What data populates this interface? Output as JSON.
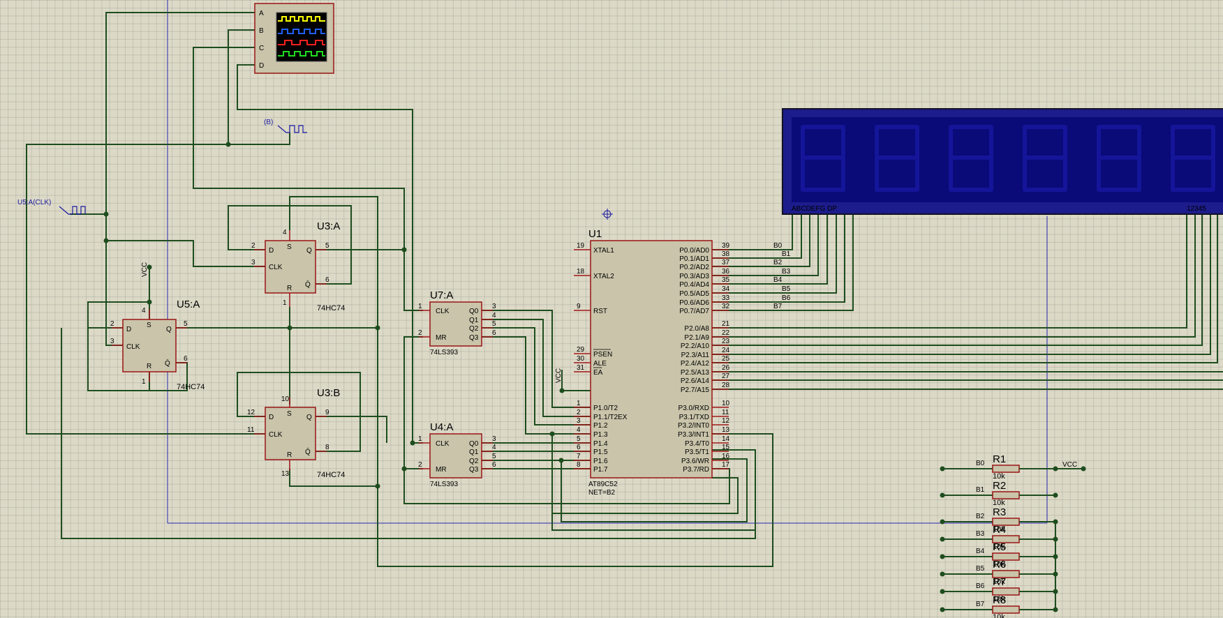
{
  "colors": {
    "wire": "#1e4d1e",
    "component_border": "#9a1414",
    "component_fill": "#c9c4aa",
    "lcd_bg": "#0a0a7a",
    "accent_blue": "#1a1aa0"
  },
  "scope": {
    "pins": [
      "A",
      "B",
      "C",
      "D"
    ]
  },
  "generators": {
    "b_label": "(B)",
    "u5_label": "U5:A(CLK)"
  },
  "u5": {
    "ref": "U5:A",
    "part": "74HC74",
    "pins": {
      "d": "D",
      "clk": "CLK",
      "q": "Q",
      "qb": "Q̄",
      "s": "S",
      "r": "R",
      "n_d": "2",
      "n_clk": "3",
      "n_q": "5",
      "n_qb": "6",
      "n_s": "4",
      "n_r": "1"
    },
    "vcc": "VCC"
  },
  "u3a": {
    "ref": "U3:A",
    "part": "74HC74",
    "pins": {
      "d": "D",
      "clk": "CLK",
      "q": "Q",
      "qb": "Q̄",
      "s": "S",
      "r": "R",
      "n_d": "2",
      "n_clk": "3",
      "n_q": "5",
      "n_qb": "6",
      "n_s": "4",
      "n_r": "1"
    }
  },
  "u3b": {
    "ref": "U3:B",
    "part": "74HC74",
    "pins": {
      "d": "D",
      "clk": "CLK",
      "q": "Q",
      "qb": "Q̄",
      "s": "S",
      "r": "R",
      "n_d": "12",
      "n_clk": "11",
      "n_q": "9",
      "n_qb": "8",
      "n_s": "10",
      "n_r": "13"
    }
  },
  "u7": {
    "ref": "U7:A",
    "part": "74LS393",
    "pins": {
      "clk": "CLK",
      "mr": "MR",
      "q0": "Q0",
      "q1": "Q1",
      "q2": "Q2",
      "q3": "Q3",
      "n_clk": "1",
      "n_mr": "2",
      "n_q0": "3",
      "n_q1": "4",
      "n_q2": "5",
      "n_q3": "6"
    }
  },
  "u4": {
    "ref": "U4:A",
    "part": "74LS393",
    "pins": {
      "clk": "CLK",
      "mr": "MR",
      "q0": "Q0",
      "q1": "Q1",
      "q2": "Q2",
      "q3": "Q3",
      "n_clk": "1",
      "n_mr": "2",
      "n_q0": "3",
      "n_q1": "4",
      "n_q2": "5",
      "n_q3": "6"
    }
  },
  "u1": {
    "ref": "U1",
    "part": "AT89C52",
    "net": "NET=B2",
    "vcc": "VCC",
    "left_pins": [
      {
        "num": "19",
        "name": "XTAL1"
      },
      {
        "num": "18",
        "name": "XTAL2"
      },
      {
        "num": "9",
        "name": "RST"
      },
      {
        "num": "29",
        "name": "PSEN"
      },
      {
        "num": "30",
        "name": "ALE"
      },
      {
        "num": "31",
        "name": "EA"
      },
      {
        "num": "1",
        "name": "P1.0/T2"
      },
      {
        "num": "2",
        "name": "P1.1/T2EX"
      },
      {
        "num": "3",
        "name": "P1.2"
      },
      {
        "num": "4",
        "name": "P1.3"
      },
      {
        "num": "5",
        "name": "P1.4"
      },
      {
        "num": "6",
        "name": "P1.5"
      },
      {
        "num": "7",
        "name": "P1.6"
      },
      {
        "num": "8",
        "name": "P1.7"
      }
    ],
    "right_pins": [
      {
        "num": "39",
        "name": "P0.0/AD0"
      },
      {
        "num": "38",
        "name": "P0.1/AD1"
      },
      {
        "num": "37",
        "name": "P0.2/AD2"
      },
      {
        "num": "36",
        "name": "P0.3/AD3"
      },
      {
        "num": "35",
        "name": "P0.4/AD4"
      },
      {
        "num": "34",
        "name": "P0.5/AD5"
      },
      {
        "num": "33",
        "name": "P0.6/AD6"
      },
      {
        "num": "32",
        "name": "P0.7/AD7"
      },
      {
        "num": "21",
        "name": "P2.0/A8"
      },
      {
        "num": "22",
        "name": "P2.1/A9"
      },
      {
        "num": "23",
        "name": "P2.2/A10"
      },
      {
        "num": "24",
        "name": "P2.3/A11"
      },
      {
        "num": "25",
        "name": "P2.4/A12"
      },
      {
        "num": "26",
        "name": "P2.5/A13"
      },
      {
        "num": "27",
        "name": "P2.6/A14"
      },
      {
        "num": "28",
        "name": "P2.7/A15"
      },
      {
        "num": "10",
        "name": "P3.0/RXD"
      },
      {
        "num": "11",
        "name": "P3.1/TXD"
      },
      {
        "num": "12",
        "name": "P3.2/INT0"
      },
      {
        "num": "13",
        "name": "P3.3/INT1"
      },
      {
        "num": "14",
        "name": "P3.4/T0"
      },
      {
        "num": "15",
        "name": "P3.5/T1"
      },
      {
        "num": "16",
        "name": "P3.6/WR"
      },
      {
        "num": "17",
        "name": "P3.7/RD"
      }
    ],
    "bus_labels": [
      "B0",
      "B1",
      "B2",
      "B3",
      "B4",
      "B5",
      "B6",
      "B7"
    ]
  },
  "lcd": {
    "segment_label": "ABCDEFG DP",
    "digit_label": "12345"
  },
  "resistors": {
    "vcc": "VCC",
    "items": [
      {
        "ref": "R1",
        "net": "B0",
        "value": "10k"
      },
      {
        "ref": "R2",
        "net": "B1",
        "value": "10k"
      },
      {
        "ref": "R3",
        "net": "B2",
        "value": "10k"
      },
      {
        "ref": "R4",
        "net": "B3",
        "value": "10k"
      },
      {
        "ref": "R5",
        "net": "B4",
        "value": "10k"
      },
      {
        "ref": "R6",
        "net": "B5",
        "value": "10k"
      },
      {
        "ref": "R7",
        "net": "B6",
        "value": "10k"
      },
      {
        "ref": "R8",
        "net": "B7",
        "value": "10k"
      }
    ]
  }
}
